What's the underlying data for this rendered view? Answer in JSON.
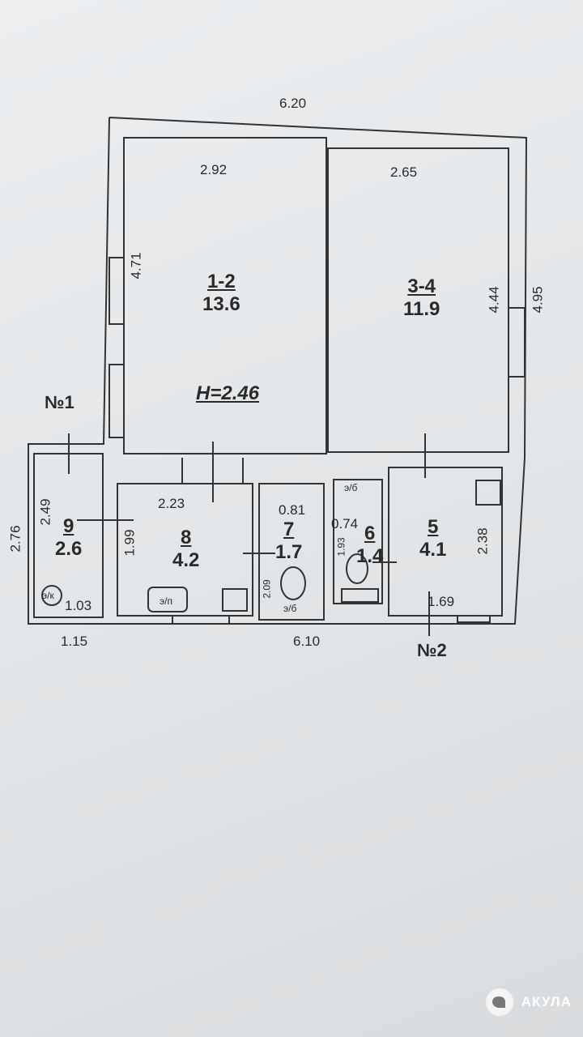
{
  "plan": {
    "overall": {
      "top_width": "6.20",
      "right_height": "4.95",
      "bottom_width": "6.10",
      "left_annex_width": "1.15",
      "left_annex_height": "2.76"
    },
    "entrances": {
      "entrance_1": "№1",
      "entrance_2": "№2"
    },
    "ceiling_height": "Н=2.46",
    "rooms": [
      {
        "id": "1-2",
        "area": "13.6",
        "width": "2.92",
        "height": "4.71"
      },
      {
        "id": "3-4",
        "area": "11.9",
        "width": "2.65",
        "height": "4.44"
      },
      {
        "id": "5",
        "area": "4.1",
        "width": "1.69",
        "height": "2.38"
      },
      {
        "id": "6",
        "area": "1.4",
        "width": "0.74",
        "height": "1.93"
      },
      {
        "id": "7",
        "area": "1.7",
        "width": "0.81",
        "height": "2.09"
      },
      {
        "id": "8",
        "area": "4.2",
        "width": "2.23",
        "height": "1.99"
      },
      {
        "id": "9",
        "area": "2.6",
        "width": "1.03",
        "height": "2.49"
      }
    ],
    "fixtures": {
      "stove": "э/п",
      "heater_7": "э/б",
      "heater_6": "э/б",
      "boiler_9": "э/к"
    }
  },
  "brand": {
    "name": "АКУЛА"
  },
  "colors": {
    "ink": "#2a2a2a",
    "paper": "#e6e8ea"
  }
}
